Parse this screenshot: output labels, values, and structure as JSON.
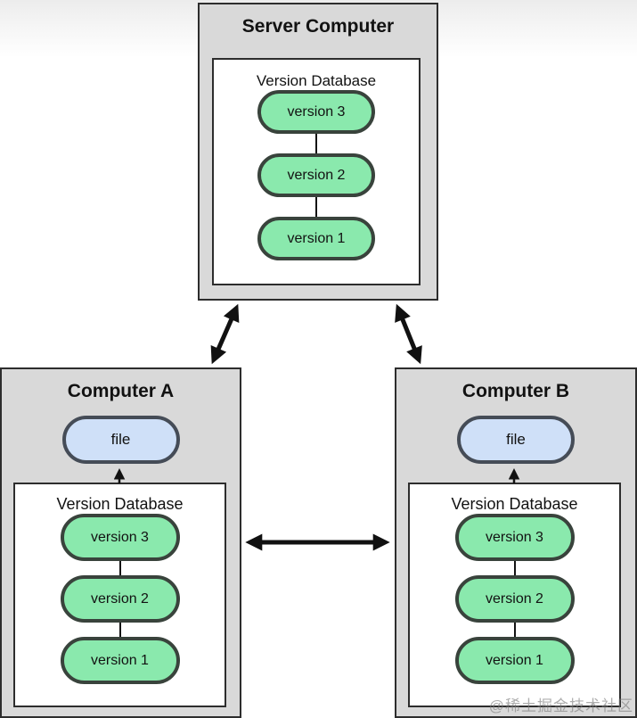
{
  "server": {
    "title": "Server Computer",
    "database": {
      "title": "Version Database",
      "versions": [
        "version 3",
        "version 2",
        "version 1"
      ]
    }
  },
  "computerA": {
    "title": "Computer A",
    "file_label": "file",
    "database": {
      "title": "Version Database",
      "versions": [
        "version 3",
        "version 2",
        "version 1"
      ]
    }
  },
  "computerB": {
    "title": "Computer B",
    "file_label": "file",
    "database": {
      "title": "Version Database",
      "versions": [
        "version 3",
        "version 2",
        "version 1"
      ]
    }
  },
  "page": {
    "watermark": "@稀土掘金技术社区"
  },
  "colors": {
    "machine_fill": "#d9d9d9",
    "version_pill_fill": "#8ae9ad",
    "version_pill_border": "#39433c",
    "file_pill_fill": "#cfe0f8",
    "file_pill_border": "#454c57",
    "arrow": "#111111",
    "border": "#2d2d2d"
  }
}
